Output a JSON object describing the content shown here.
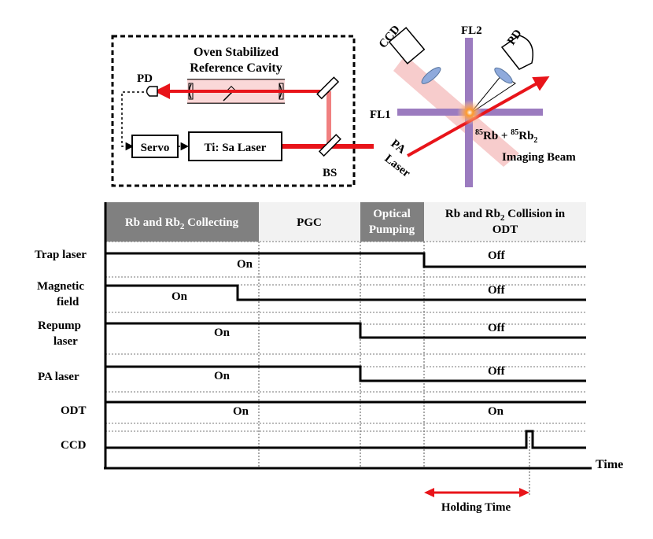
{
  "setup": {
    "oven_title_line1": "Oven Stabilized",
    "oven_title_line2": "Reference Cavity",
    "pd_left": "PD",
    "servo": "Servo",
    "laser": "Ti: Sa Laser",
    "bs": "BS",
    "ccd": "CCD",
    "fl2": "FL2",
    "fl1": "FL1",
    "pd_right": "PD",
    "pa_laser_line1": "PA",
    "pa_laser_line2": "Laser",
    "imaging_beam": "Imaging Beam",
    "atoms": {
      "sup1": "85",
      "rb": "Rb + ",
      "sup2": "85",
      "rb2": "Rb",
      "sub": "2"
    }
  },
  "timing": {
    "phases": [
      {
        "label_main": "Rb and Rb",
        "label_sub": "2",
        "label_end": " Collecting",
        "dark": true
      },
      {
        "label": "PGC",
        "dark": false
      },
      {
        "label_line1": "Optical",
        "label_line2": "Pumping",
        "dark": true
      },
      {
        "label_line1_main": "Rb and Rb",
        "label_line1_sub": "2",
        "label_line1_end": " Collision in",
        "label_line2": "ODT",
        "dark": false
      }
    ],
    "rows": [
      {
        "label_line1": "Trap laser",
        "label_line2": "",
        "on": "On",
        "off": "Off"
      },
      {
        "label_line1": "Magnetic",
        "label_line2": "field",
        "on": "On",
        "off": "Off"
      },
      {
        "label_line1": "Repump",
        "label_line2": "laser",
        "on": "On",
        "off": "Off"
      },
      {
        "label_line1": "PA laser",
        "label_line2": "",
        "on": "On",
        "off": "Off"
      },
      {
        "label_line1": "ODT",
        "label_line2": "",
        "on": "On",
        "off": "On"
      },
      {
        "label_line1": "CCD",
        "label_line2": "",
        "on": "",
        "off": ""
      }
    ],
    "time_label": "Time",
    "holding_time": "Holding Time"
  },
  "colors": {
    "beam_red": "#e8141a",
    "beam_pink": "#f0a0a0",
    "violet": "#9b7bbf",
    "header_dark": "#808080",
    "header_light": "#f2f2f2",
    "lens": "#8faadc",
    "atom": "#ff8a1a"
  }
}
